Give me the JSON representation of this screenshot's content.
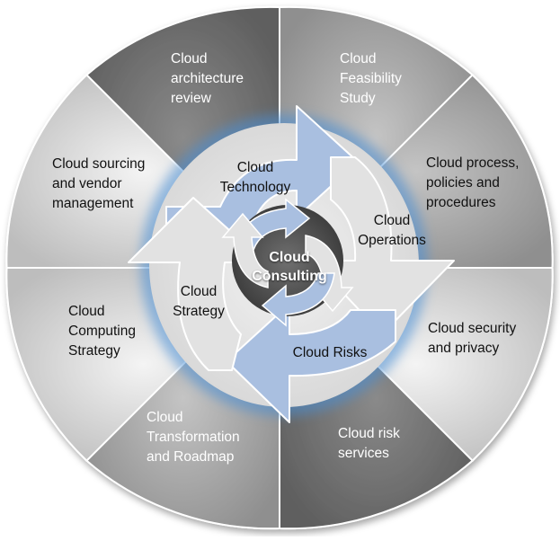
{
  "outer_segments": [
    {
      "label": "Cloud\narchitecture\nreview"
    },
    {
      "label": "Cloud\nFeasibility\nStudy"
    },
    {
      "label": "Cloud process,\npolicies and\nprocedures"
    },
    {
      "label": "Cloud security\nand privacy"
    },
    {
      "label": "Cloud risk\nservices"
    },
    {
      "label": "Cloud\nTransformation\nand Roadmap"
    },
    {
      "label": "Cloud\nComputing\nStrategy"
    },
    {
      "label": "Cloud sourcing\nand vendor\nmanagement"
    }
  ],
  "cycle": [
    {
      "label": "Cloud\nTechnology"
    },
    {
      "label": "Cloud\nOperations"
    },
    {
      "label": "Cloud Risks"
    },
    {
      "label": "Cloud\nStrategy"
    }
  ],
  "center": {
    "label": "Cloud\nConsulting"
  },
  "colors": {
    "segment_dark": "#6e6e6e",
    "segment_mid": "#9a9a9a",
    "segment_light": "#d6d6d6",
    "ring_glow": "#4a8fd6",
    "arrow_blue": "#a9bfe0",
    "arrow_gray": "#e2e2e2",
    "hub": "#555555"
  }
}
